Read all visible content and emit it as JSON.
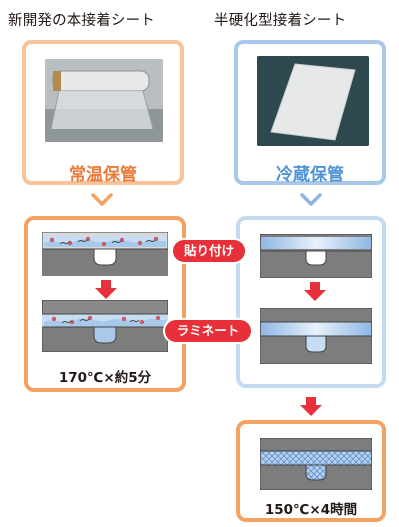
{
  "left_column": {
    "title": "新開発の本接着シート",
    "storage_label": "常温保管",
    "process_condition": "170℃×約5分",
    "photo": "rolled-film-photo"
  },
  "right_column": {
    "title": "半硬化型接着シート",
    "storage_label": "冷蔵保管",
    "process_condition": "150℃×4時間",
    "photo": "flat-sheet-photo"
  },
  "steps": {
    "step1": "貼り付け",
    "step2": "ラミネート"
  },
  "colors": {
    "left_frame": "#f4a261",
    "left_text": "#ea7b3a",
    "right_frame": "#8cb6e2",
    "right_text": "#4f93d6",
    "step_pill": "#e8303a",
    "arrow_red": "#e8303a"
  }
}
